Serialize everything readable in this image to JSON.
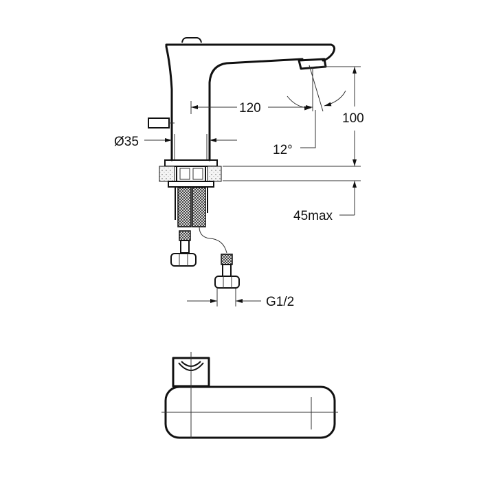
{
  "dimensions": {
    "spout_reach": "120",
    "spout_height": "100",
    "body_diameter": "Ø35",
    "spout_angle": "12°",
    "max_counter_thickness": "45max",
    "connection_thread": "G1/2"
  },
  "colors": {
    "line": "#111111",
    "background": "#ffffff"
  }
}
